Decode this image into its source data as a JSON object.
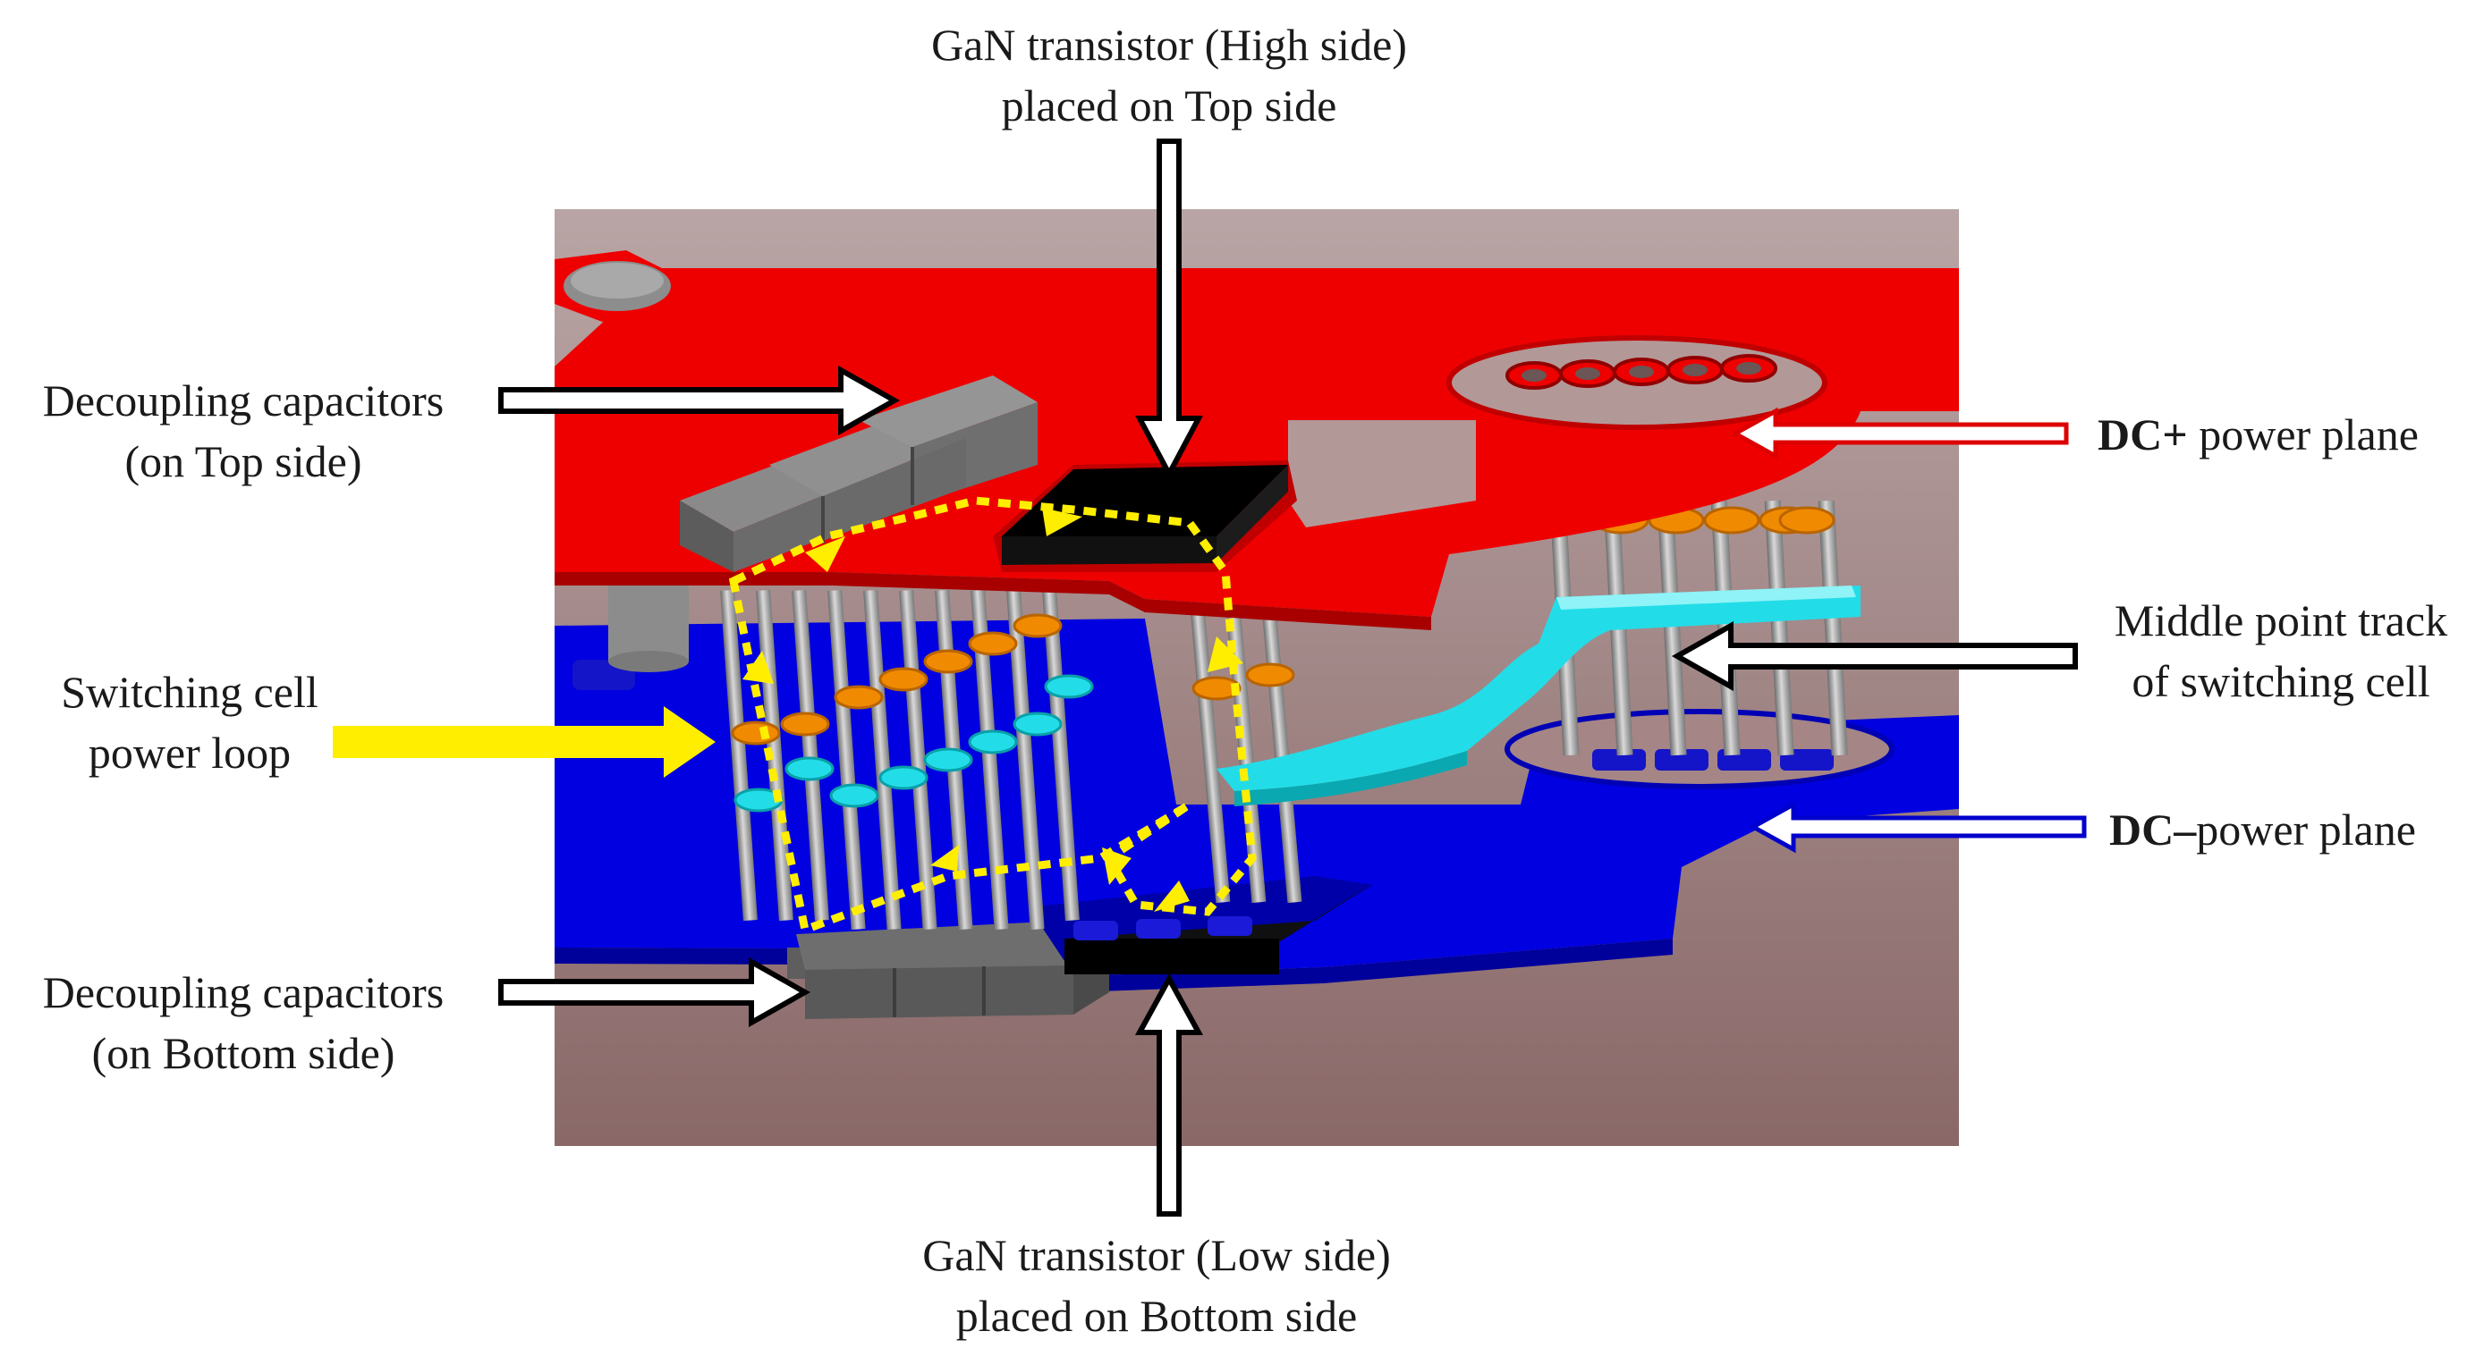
{
  "figure": {
    "labels": {
      "high_side_line1": "GaN transistor (High side)",
      "high_side_line2": "placed on Top side",
      "low_side_line1": "GaN transistor (Low side)",
      "low_side_line2": "placed on Bottom side",
      "decap_top_line1": "Decoupling capacitors",
      "decap_top_line2": "(on Top side)",
      "decap_bottom_line1": "Decoupling capacitors",
      "decap_bottom_line2": "(on Bottom side)",
      "loop_line1": "Switching cell",
      "loop_line2": "power loop",
      "dc_plus_bold": "DC+",
      "dc_plus_rest": " power plane",
      "dc_minus_bold": "DC–",
      "dc_minus_rest": "power plane",
      "mid_line1": "Middle point track",
      "mid_line2": "of switching cell"
    },
    "colors": {
      "dc_plus_plane": "#ee0000",
      "dc_minus_plane": "#0000e0",
      "middle_track": "#22dde8",
      "power_loop": "#ffee00",
      "capacitor": "#7a7a7a",
      "transistor": "#000000",
      "via_ring": "#f08a00"
    }
  }
}
